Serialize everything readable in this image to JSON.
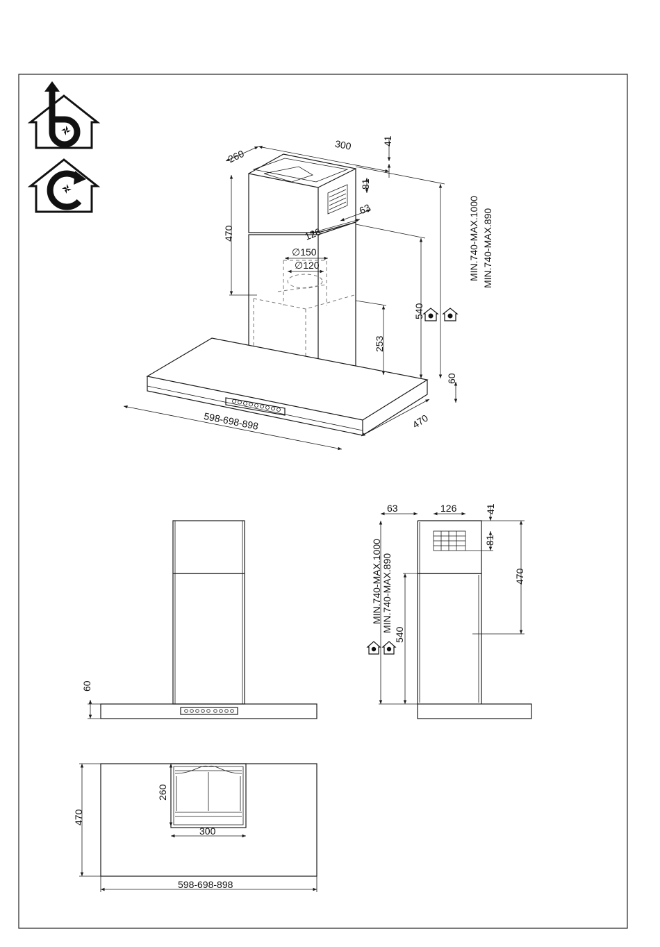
{
  "icons": {
    "ducted": "ducted-mode-icon",
    "recirculating": "recirculating-mode-icon"
  },
  "iso": {
    "depth_top": "260",
    "width_top": "300",
    "h41": "41",
    "h81": "81",
    "w63": "63",
    "w126": "126",
    "h470": "470",
    "d150": "∅150",
    "d120": "∅120",
    "h540": "540",
    "range1": "MIN.740-MAX.1000",
    "range2": "MIN.740-MAX.890",
    "h253": "253",
    "h60": "60",
    "depth": "470",
    "width": "598-698-898"
  },
  "front": {
    "h60": "60"
  },
  "side": {
    "w63": "63",
    "w126": "126",
    "h41": "41",
    "h81": "81",
    "h470": "470",
    "range1": "MIN.740-MAX.1000",
    "range2": "MIN.740-MAX.890",
    "h540": "540"
  },
  "top": {
    "h260": "260",
    "w300": "300",
    "depth": "470",
    "width": "598-698-898"
  }
}
